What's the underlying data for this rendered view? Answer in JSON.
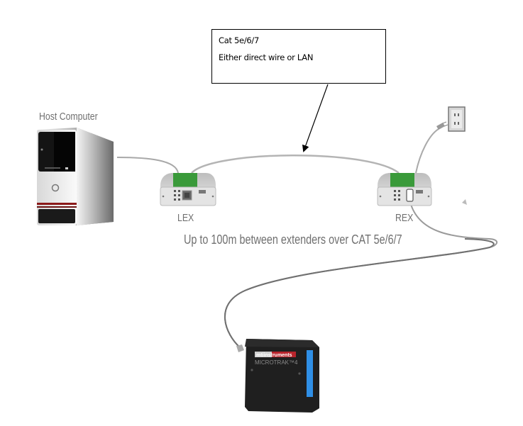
{
  "callout": {
    "line1": "Cat 5e/6/7",
    "line2": "Either direct wire or LAN"
  },
  "labels": {
    "host_computer": "Host Computer",
    "lex": "LEX",
    "rex": "REX",
    "caption": "Up to 100m between extenders over CAT 5e/6/7"
  },
  "devices": {
    "sensor_brand": "mtiinstruments",
    "sensor_model": "MICROTRAK™4"
  },
  "colors": {
    "extender_top": "#3a9a3a",
    "sensor_body": "#222222",
    "sensor_window": "#2f8fe6",
    "brand_red": "#b8242c",
    "cable": "#b0b0b0",
    "sensor_cable": "#6e6e6e"
  }
}
